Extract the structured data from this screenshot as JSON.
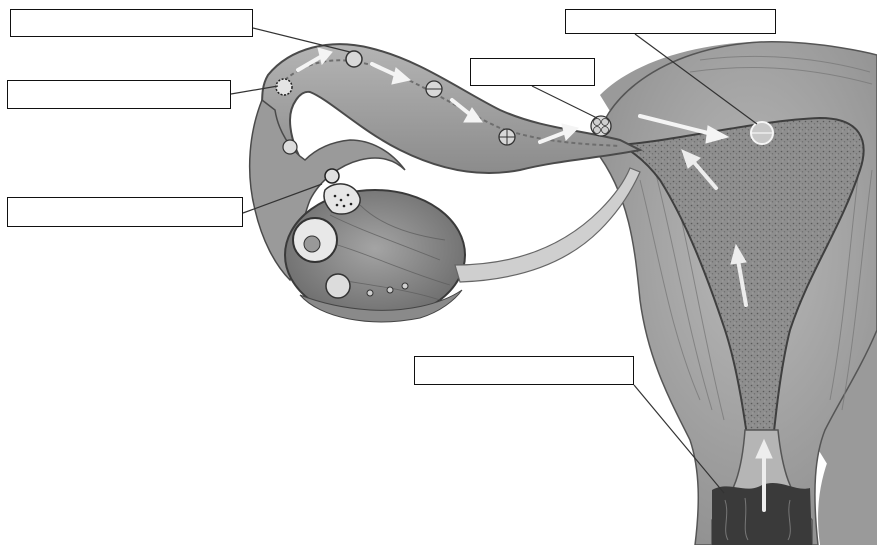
{
  "diagram": {
    "labels": [
      {
        "id": "fertilization",
        "text": ""
      },
      {
        "id": "ovulated-egg",
        "text": ""
      },
      {
        "id": "ovulation",
        "text": ""
      },
      {
        "id": "morula",
        "text": ""
      },
      {
        "id": "implantation",
        "text": ""
      },
      {
        "id": "sperm-entry",
        "text": ""
      }
    ]
  }
}
